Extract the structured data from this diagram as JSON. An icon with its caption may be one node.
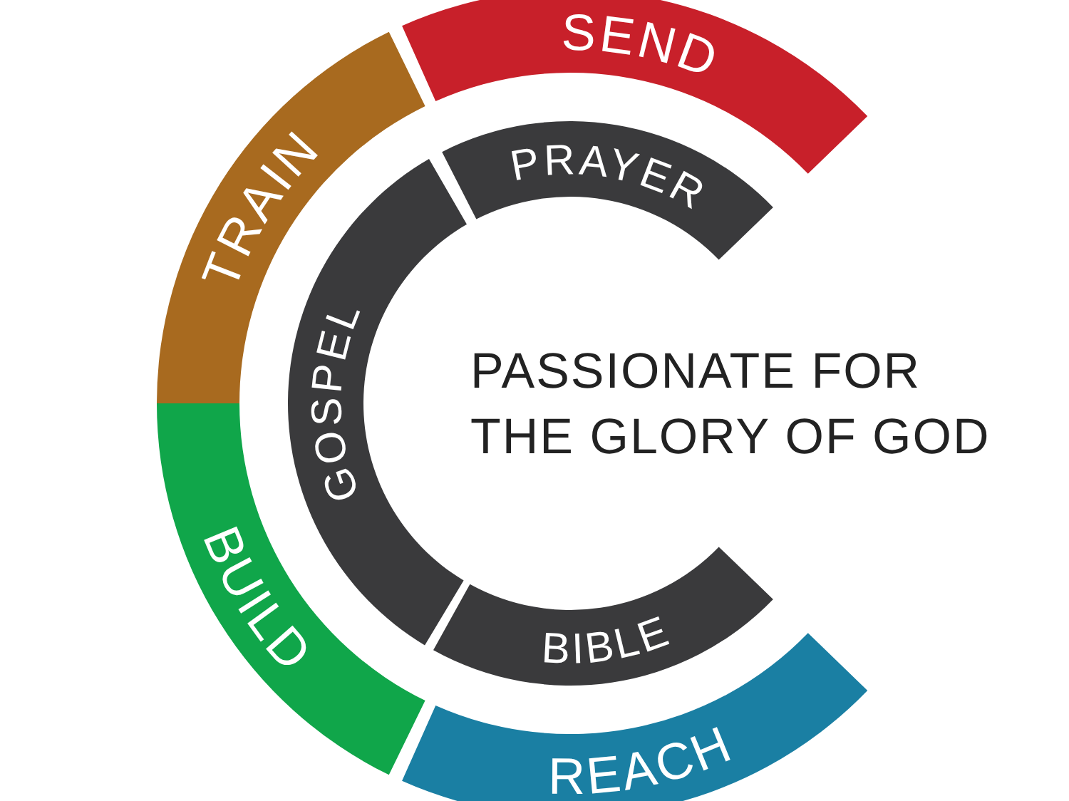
{
  "diagram": {
    "nodes": [
      {
        "text": [
          "SEND"
        ]
      },
      {
        "text": [
          "TRAIN"
        ]
      },
      {
        "text": [
          "PRAYER"
        ]
      },
      {
        "text": [
          "GOSPEL"
        ]
      },
      {
        "text": [
          "BUILD"
        ]
      },
      {
        "text": [
          "BIBLE"
        ]
      },
      {
        "text": [
          "REACH"
        ]
      }
    ],
    "labels": [
      "PASSIONATE FOR THE GLORY OF GOD"
    ]
  }
}
